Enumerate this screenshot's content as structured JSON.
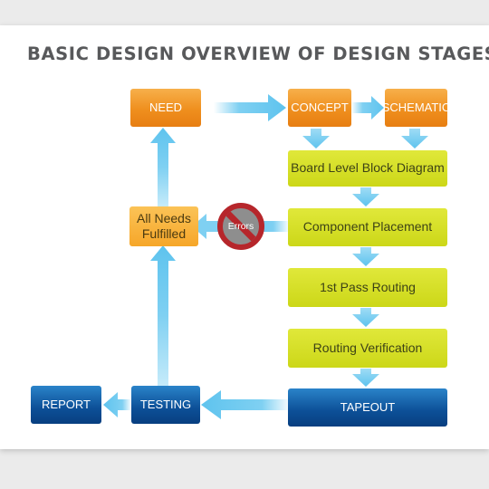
{
  "title": "BASIC DESIGN OVERVIEW OF DESIGN STAGES",
  "nodes": {
    "need": "NEED",
    "concept": "CONCEPT",
    "schematic": "SCHEMATIC",
    "board_level": "Board Level Block Diagram",
    "component_placement": "Component Placement",
    "first_pass": "1st Pass Routing",
    "routing_verification": "Routing Verification",
    "tapeout": "TAPEOUT",
    "testing": "TESTING",
    "report": "REPORT",
    "all_needs": "All Needs Fulfilled",
    "errors": "Errors"
  },
  "colors": {
    "orange": "#ef8f1e",
    "green": "#ccd718",
    "blue": "#0c4f97",
    "arrow": "#7fd0f2",
    "error_red": "#b6262b"
  }
}
